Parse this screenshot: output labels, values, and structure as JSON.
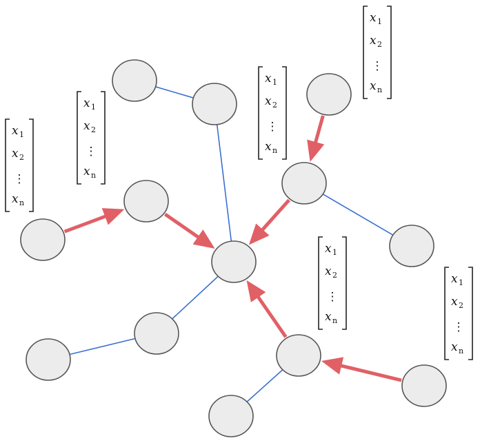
{
  "colors": {
    "node_fill": "#ececec",
    "node_stroke": "#555555",
    "edge": "#3a6fd0",
    "message_arrow": "#e06066"
  },
  "feature_vector": {
    "entries": [
      {
        "base": "x",
        "sub": "1"
      },
      {
        "base": "x",
        "sub": "2"
      },
      {
        "base": "⋮",
        "sub": ""
      },
      {
        "base": "x",
        "sub": "n"
      }
    ]
  }
}
